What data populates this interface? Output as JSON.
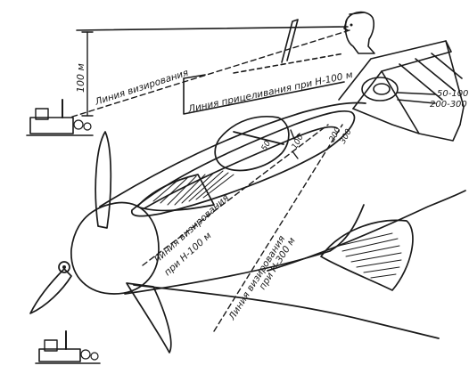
{
  "diagram": {
    "labels": {
      "altitude_100": "100 м",
      "sight_line_top": "Линия визирования",
      "aim_line": "Линия прицеливания при Н-100 м",
      "sight_ring_upper": "50-100",
      "sight_ring_lower": "200-300",
      "sight_line_100_a": "Линия визирования",
      "sight_line_100_b": "при Н-100 м",
      "sight_line_300_a": "Линия визирования",
      "sight_line_300_b": "при Н-300 м",
      "scale_50": "50",
      "scale_100": "100",
      "scale_200": "200",
      "scale_300": "300"
    }
  }
}
